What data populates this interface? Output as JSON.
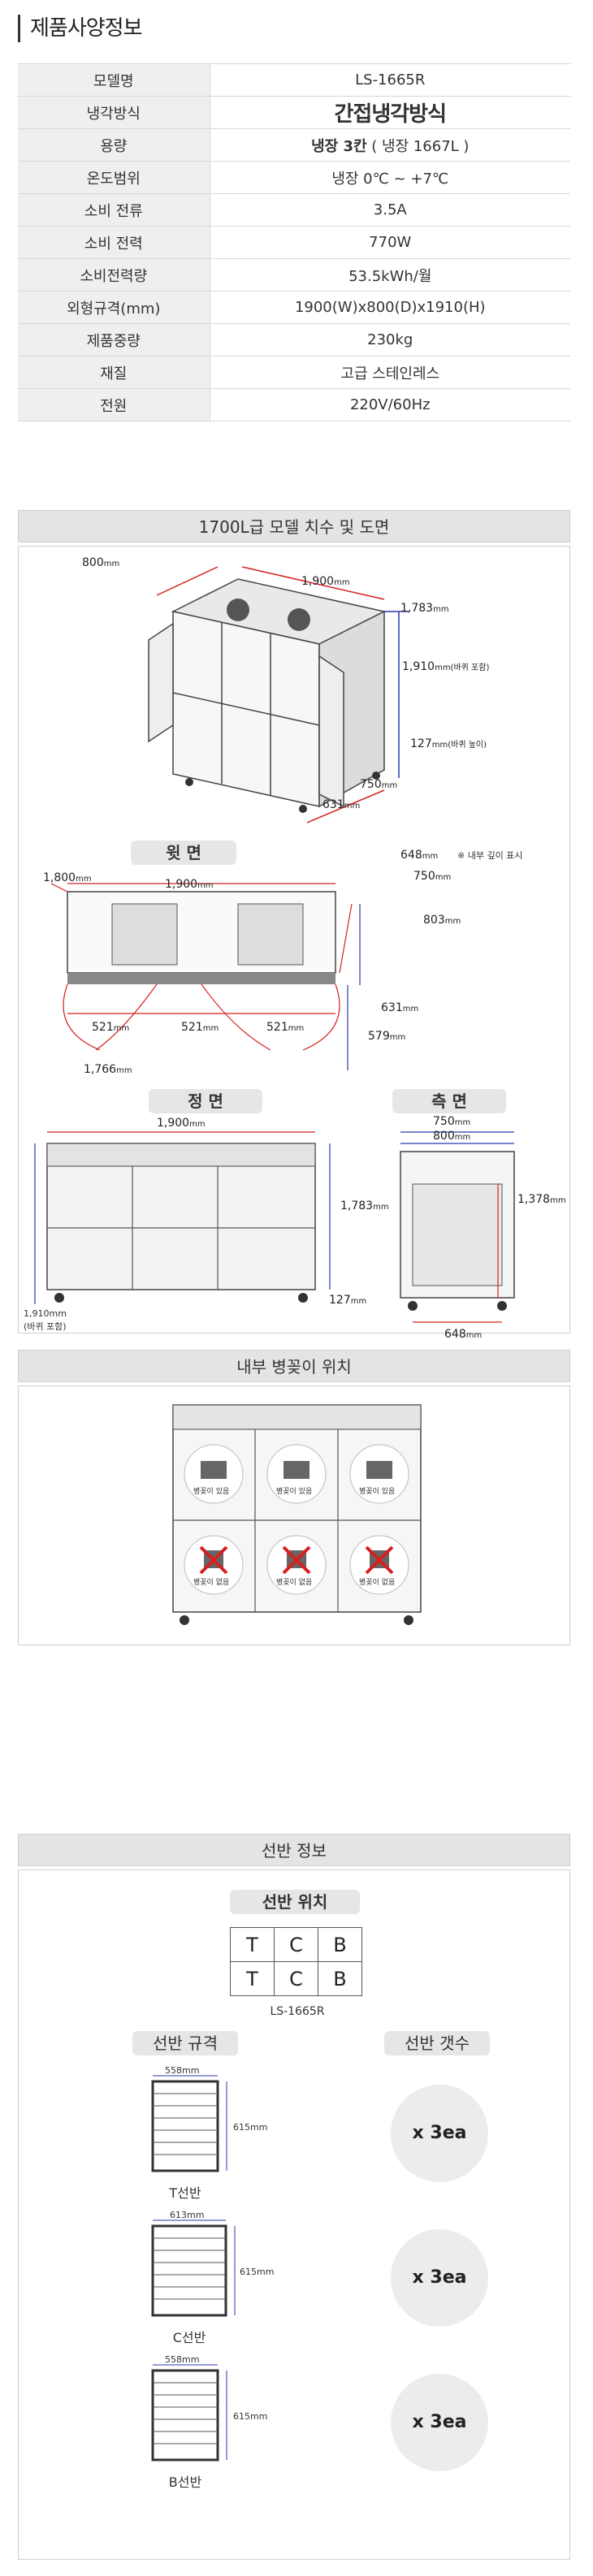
{
  "header": {
    "title": "제품사양정보"
  },
  "spec_rows": [
    {
      "key": "모델명",
      "value": "LS-1665R"
    },
    {
      "key": "냉각방식",
      "value": "간접냉각방식"
    },
    {
      "key": "용량",
      "value_bold": "냉장 3칸",
      "value": " ( 냉장 1667L )"
    },
    {
      "key": "온도범위",
      "value": "냉장 0℃ ~ +7℃"
    },
    {
      "key": "소비 전류",
      "value": "3.5A"
    },
    {
      "key": "소비 전력",
      "value": "770W"
    },
    {
      "key": "소비전력량",
      "value": "53.5kWh/월"
    },
    {
      "key": "외형규격(mm)",
      "value": "1900(W)x800(D)x1910(H)"
    },
    {
      "key": "제품중량",
      "value": "230kg"
    },
    {
      "key": "재질",
      "value": "고급 스테인레스"
    },
    {
      "key": "전원",
      "value": "220V/60Hz"
    }
  ],
  "dims_section": {
    "title": "1700L급 모델 치수 및 도면",
    "iso": {
      "d800": "800",
      "w1900": "1,900",
      "h1783": "1,783",
      "h1910": "1,910",
      "h1910_note": "(바퀴 포함)",
      "h127": "127",
      "h127_note": "(바퀴 높이)",
      "d750": "750",
      "d631": "631",
      "unit": "mm"
    },
    "top_view": {
      "label": "윗 면",
      "note": "※ 내부 깊이 표시",
      "w1800": "1,800",
      "w1900": "1,900",
      "d648": "648",
      "d750": "750",
      "d803": "803",
      "d631": "631",
      "d579": "579",
      "door1": "521",
      "door2": "521",
      "door3": "521",
      "swing": "1,766",
      "unit": "mm"
    },
    "front_view": {
      "label": "정 면",
      "w1900": "1,900",
      "h1783": "1,783",
      "h127": "127",
      "h1910": "1,910",
      "h1910_note": "(바퀴 포함)",
      "unit": "mm"
    },
    "side_view": {
      "label": "측 면",
      "d750": "750",
      "d800": "800",
      "h1378": "1,378",
      "d648": "648",
      "unit": "mm"
    }
  },
  "bottle_section": {
    "title": "내부 병꽂이 위치",
    "upper_label": "병꽂이 있음",
    "lower_label": "병꽂이 없음"
  },
  "shelf_section": {
    "title": "선반 정보",
    "position_title": "선반 위치",
    "grid": [
      [
        "T",
        "C",
        "B"
      ],
      [
        "T",
        "C",
        "B"
      ]
    ],
    "model": "LS-1665R",
    "spec_title": "선반 규격",
    "count_title": "선반 갯수",
    "shelves": [
      {
        "name": "T선반",
        "w": "558",
        "h": "615",
        "count": "x 3ea"
      },
      {
        "name": "C선반",
        "w": "613",
        "h": "615",
        "count": "x 3ea"
      },
      {
        "name": "B선반",
        "w": "558",
        "h": "615",
        "count": "x 3ea"
      }
    ],
    "unit": "mm"
  },
  "colors": {
    "accent": "#2aa9a6",
    "dim_red": "#d62020",
    "dim_blue": "#2a3aa8"
  }
}
